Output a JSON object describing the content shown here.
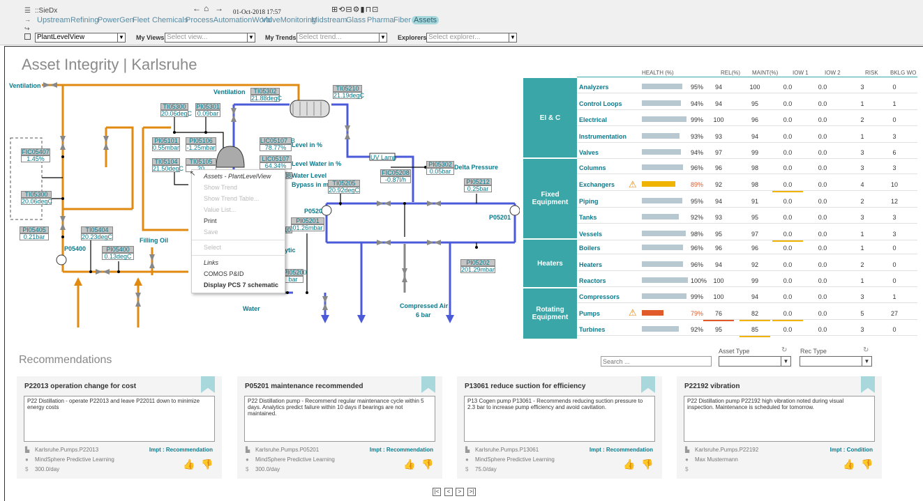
{
  "app": {
    "title": "::SieDx",
    "datetime": "01-Oct-2018 17:57"
  },
  "tabs": [
    "Upstream",
    "Refining",
    "PowerGen",
    "Fleet",
    "Chemicals",
    "ProcessAutomationWorld",
    "ValveMonitoring",
    "Midstream",
    "Glass",
    "Pharma",
    "Fiber",
    "Assets"
  ],
  "filters": {
    "view": "PlantLevelView",
    "my_views_label": "My Views",
    "my_views_ph": "Select view...",
    "my_trends_label": "My Trends",
    "my_trends_ph": "Select trend...",
    "explorers_label": "Explorers",
    "explorers_ph": "Select explorer..."
  },
  "page_title": "Asset Integrity | Karlsruhe",
  "diagram": {
    "labels": {
      "ventilation1": "Ventilation",
      "ventilation2": "Ventilation",
      "level": "Level in %",
      "level_water": "Level Water in %",
      "water_level": "Water Level",
      "bypass": "Bypass in m",
      "delta": "Delta Pressure",
      "filling": "Filling Oil",
      "water": "Water",
      "compressed": "Compressed Air",
      "compressed_bar": "6 bar",
      "p05400": "P05400",
      "p05200": "P0520",
      "p05201": "P05201",
      "uv": "UV Lamp",
      "ytic": "ytic"
    },
    "tags": [
      {
        "id": "TI05300",
        "val": "20.06degC"
      },
      {
        "id": "PI05301",
        "val": "0.09bar"
      },
      {
        "id": "TI05302",
        "val": "21.88degC"
      },
      {
        "id": "TI05210",
        "val": "21.19degC"
      },
      {
        "id": "PI05101",
        "val": "0.55mbar"
      },
      {
        "id": "PI05106",
        "val": "-1.25mbar"
      },
      {
        "id": "LIC05107_B",
        "val": "78.77%"
      },
      {
        "id": "LIC05107",
        "val": "64.34%"
      },
      {
        "id": "TI05104",
        "val": "21.50degC"
      },
      {
        "id": "TI05105",
        "val": "20"
      },
      {
        "id": "FIC05407",
        "val": "1.45%"
      },
      {
        "id": "TI05300",
        "val": "20.06degC"
      },
      {
        "id": "PI05405",
        "val": "0.21bar"
      },
      {
        "id": "TI05404",
        "val": "20.23degC"
      },
      {
        "id": "PI05400",
        "val": "0.13degC"
      },
      {
        "id": "FIC05208",
        "val": "-0.87l/h"
      },
      {
        "id": "PI05302",
        "val": "0.05bar"
      },
      {
        "id": "PI05212",
        "val": "0.25bar"
      },
      {
        "id": "TI05205",
        "val": "20.92degC"
      },
      {
        "id": "PI05201",
        "val": "01.26mbar"
      },
      {
        "id": "PI05202",
        "val": "201.29mbar"
      },
      {
        "id": "PI05200",
        "val": "bar"
      },
      {
        "id": "08",
        "val": ""
      },
      {
        "id": "10",
        "val": ""
      }
    ]
  },
  "context_menu": {
    "items": [
      "Assets - PlantLevelView",
      "Show Trend",
      "Show Trend Table...",
      "Value List...",
      "Print",
      "Save",
      "Select",
      "Links",
      "COMOS P&ID",
      "Display PCS 7 schematic"
    ]
  },
  "risk": {
    "headers": [
      "HEALTH (%)",
      "REL(%)",
      "MAINT(%)",
      "IOW 1",
      "IOW 2",
      "RISK",
      "BKLG WO"
    ],
    "groups": [
      "EI & C",
      "Fixed Equipment",
      "Heaters",
      "Rotating Equipment"
    ],
    "rows": [
      {
        "name": "Analyzers",
        "health": 95,
        "rel": "94",
        "maint": "100",
        "iow1": "0.0",
        "iow2": "0.0",
        "risk": "3",
        "bklg": "0"
      },
      {
        "name": "Control Loops",
        "health": 94,
        "rel": "94",
        "maint": "95",
        "iow1": "0.0",
        "iow2": "0.0",
        "risk": "1",
        "bklg": "1"
      },
      {
        "name": "Electrical",
        "health": 99,
        "rel": "100",
        "maint": "96",
        "iow1": "0.0",
        "iow2": "0.0",
        "risk": "2",
        "bklg": "0"
      },
      {
        "name": "Instrumentation",
        "health": 93,
        "rel": "93",
        "maint": "94",
        "iow1": "0.0",
        "iow2": "0.0",
        "risk": "1",
        "bklg": "3"
      },
      {
        "name": "Valves",
        "health": 94,
        "rel": "97",
        "maint": "99",
        "iow1": "0.0",
        "iow2": "0.0",
        "risk": "3",
        "bklg": "6"
      },
      {
        "name": "Columns",
        "health": 96,
        "rel": "96",
        "maint": "98",
        "iow1": "0.0",
        "iow2": "0.0",
        "risk": "3",
        "bklg": "3"
      },
      {
        "name": "Exchangers",
        "health": 89,
        "rel": "92",
        "maint": "98",
        "iow1": "0.0",
        "iow2": "0.0",
        "risk": "4",
        "bklg": "10"
      },
      {
        "name": "Piping",
        "health": 95,
        "rel": "94",
        "maint": "91",
        "iow1": "0.0",
        "iow2": "0.0",
        "risk": "2",
        "bklg": "12"
      },
      {
        "name": "Tanks",
        "health": 92,
        "rel": "93",
        "maint": "95",
        "iow1": "0.0",
        "iow2": "0.0",
        "risk": "3",
        "bklg": "3"
      },
      {
        "name": "Vessels",
        "health": 98,
        "rel": "95",
        "maint": "97",
        "iow1": "0.0",
        "iow2": "0.0",
        "risk": "1",
        "bklg": "3"
      },
      {
        "name": "Boilers",
        "health": 96,
        "rel": "96",
        "maint": "96",
        "iow1": "0.0",
        "iow2": "0.0",
        "risk": "1",
        "bklg": "0"
      },
      {
        "name": "Heaters",
        "health": 96,
        "rel": "94",
        "maint": "92",
        "iow1": "0.0",
        "iow2": "0.0",
        "risk": "2",
        "bklg": "0"
      },
      {
        "name": "Reactors",
        "health": 100,
        "rel": "100",
        "maint": "99",
        "iow1": "0.0",
        "iow2": "0.0",
        "risk": "1",
        "bklg": "0"
      },
      {
        "name": "Compressors",
        "health": 99,
        "rel": "100",
        "maint": "94",
        "iow1": "0.0",
        "iow2": "0.0",
        "risk": "3",
        "bklg": "1"
      },
      {
        "name": "Pumps",
        "health": 79,
        "rel": "76",
        "maint": "82",
        "iow1": "0.0",
        "iow2": "0.0",
        "risk": "5",
        "bklg": "27"
      },
      {
        "name": "Turbines",
        "health": 92,
        "rel": "95",
        "maint": "85",
        "iow1": "0.0",
        "iow2": "0.0",
        "risk": "3",
        "bklg": "0"
      }
    ],
    "colors": {
      "normal": "#b8c8d0",
      "warn": "#f0b400",
      "alert": "#e05a2a",
      "teal": "#3aa6a8"
    }
  },
  "recommendations": {
    "title": "Recommendations",
    "search_ph": "Search ...",
    "asset_type_label": "Asset Type",
    "rec_type_label": "Rec Type",
    "cards": [
      {
        "title": "P22013 operation change for cost",
        "body": "P22 Distillation - operate P22013 and leave P22011 down to minimize energy costs",
        "asset": "Karlsruhe.Pumps.P22013",
        "impt": "Impt : Recommendation",
        "source": "MindSphere Predictive Learning",
        "cost": "300.0/day"
      },
      {
        "title": "P05201 maintenance recommended",
        "body": "P22 Distillation pump - Recommend regular maintenance cycle within 5 days. Analytics predict failure within 10 days if bearings are not maintained.",
        "asset": "Karlsruhe.Pumps.P05201",
        "impt": "Impt : Recommendation",
        "source": "MindSphere Predictive Learning",
        "cost": "300.0/day"
      },
      {
        "title": "P13061 reduce suction for efficiency",
        "body": "P13 Cogen pump P13061 - Recommends reducing suction pressure to 2.3 bar to increase pump efficiency and avoid cavitation.",
        "asset": "Karlsruhe.Pumps.P13061",
        "impt": "Impt : Recommendation",
        "source": "MindSphere Predictive Learning",
        "cost": "75.0/day"
      },
      {
        "title": "P22192 vibration",
        "body": "P22 Distillation pump P22192 high vibration noted during visual inspection. Maintenance is scheduled for tomorrow.",
        "asset": "Karlsruhe.Pumps.P22192",
        "impt": "Impt : Condition",
        "source": "Max Mustermann",
        "cost": ""
      }
    ]
  },
  "pager": [
    "|<",
    "<",
    ">",
    ">|"
  ]
}
